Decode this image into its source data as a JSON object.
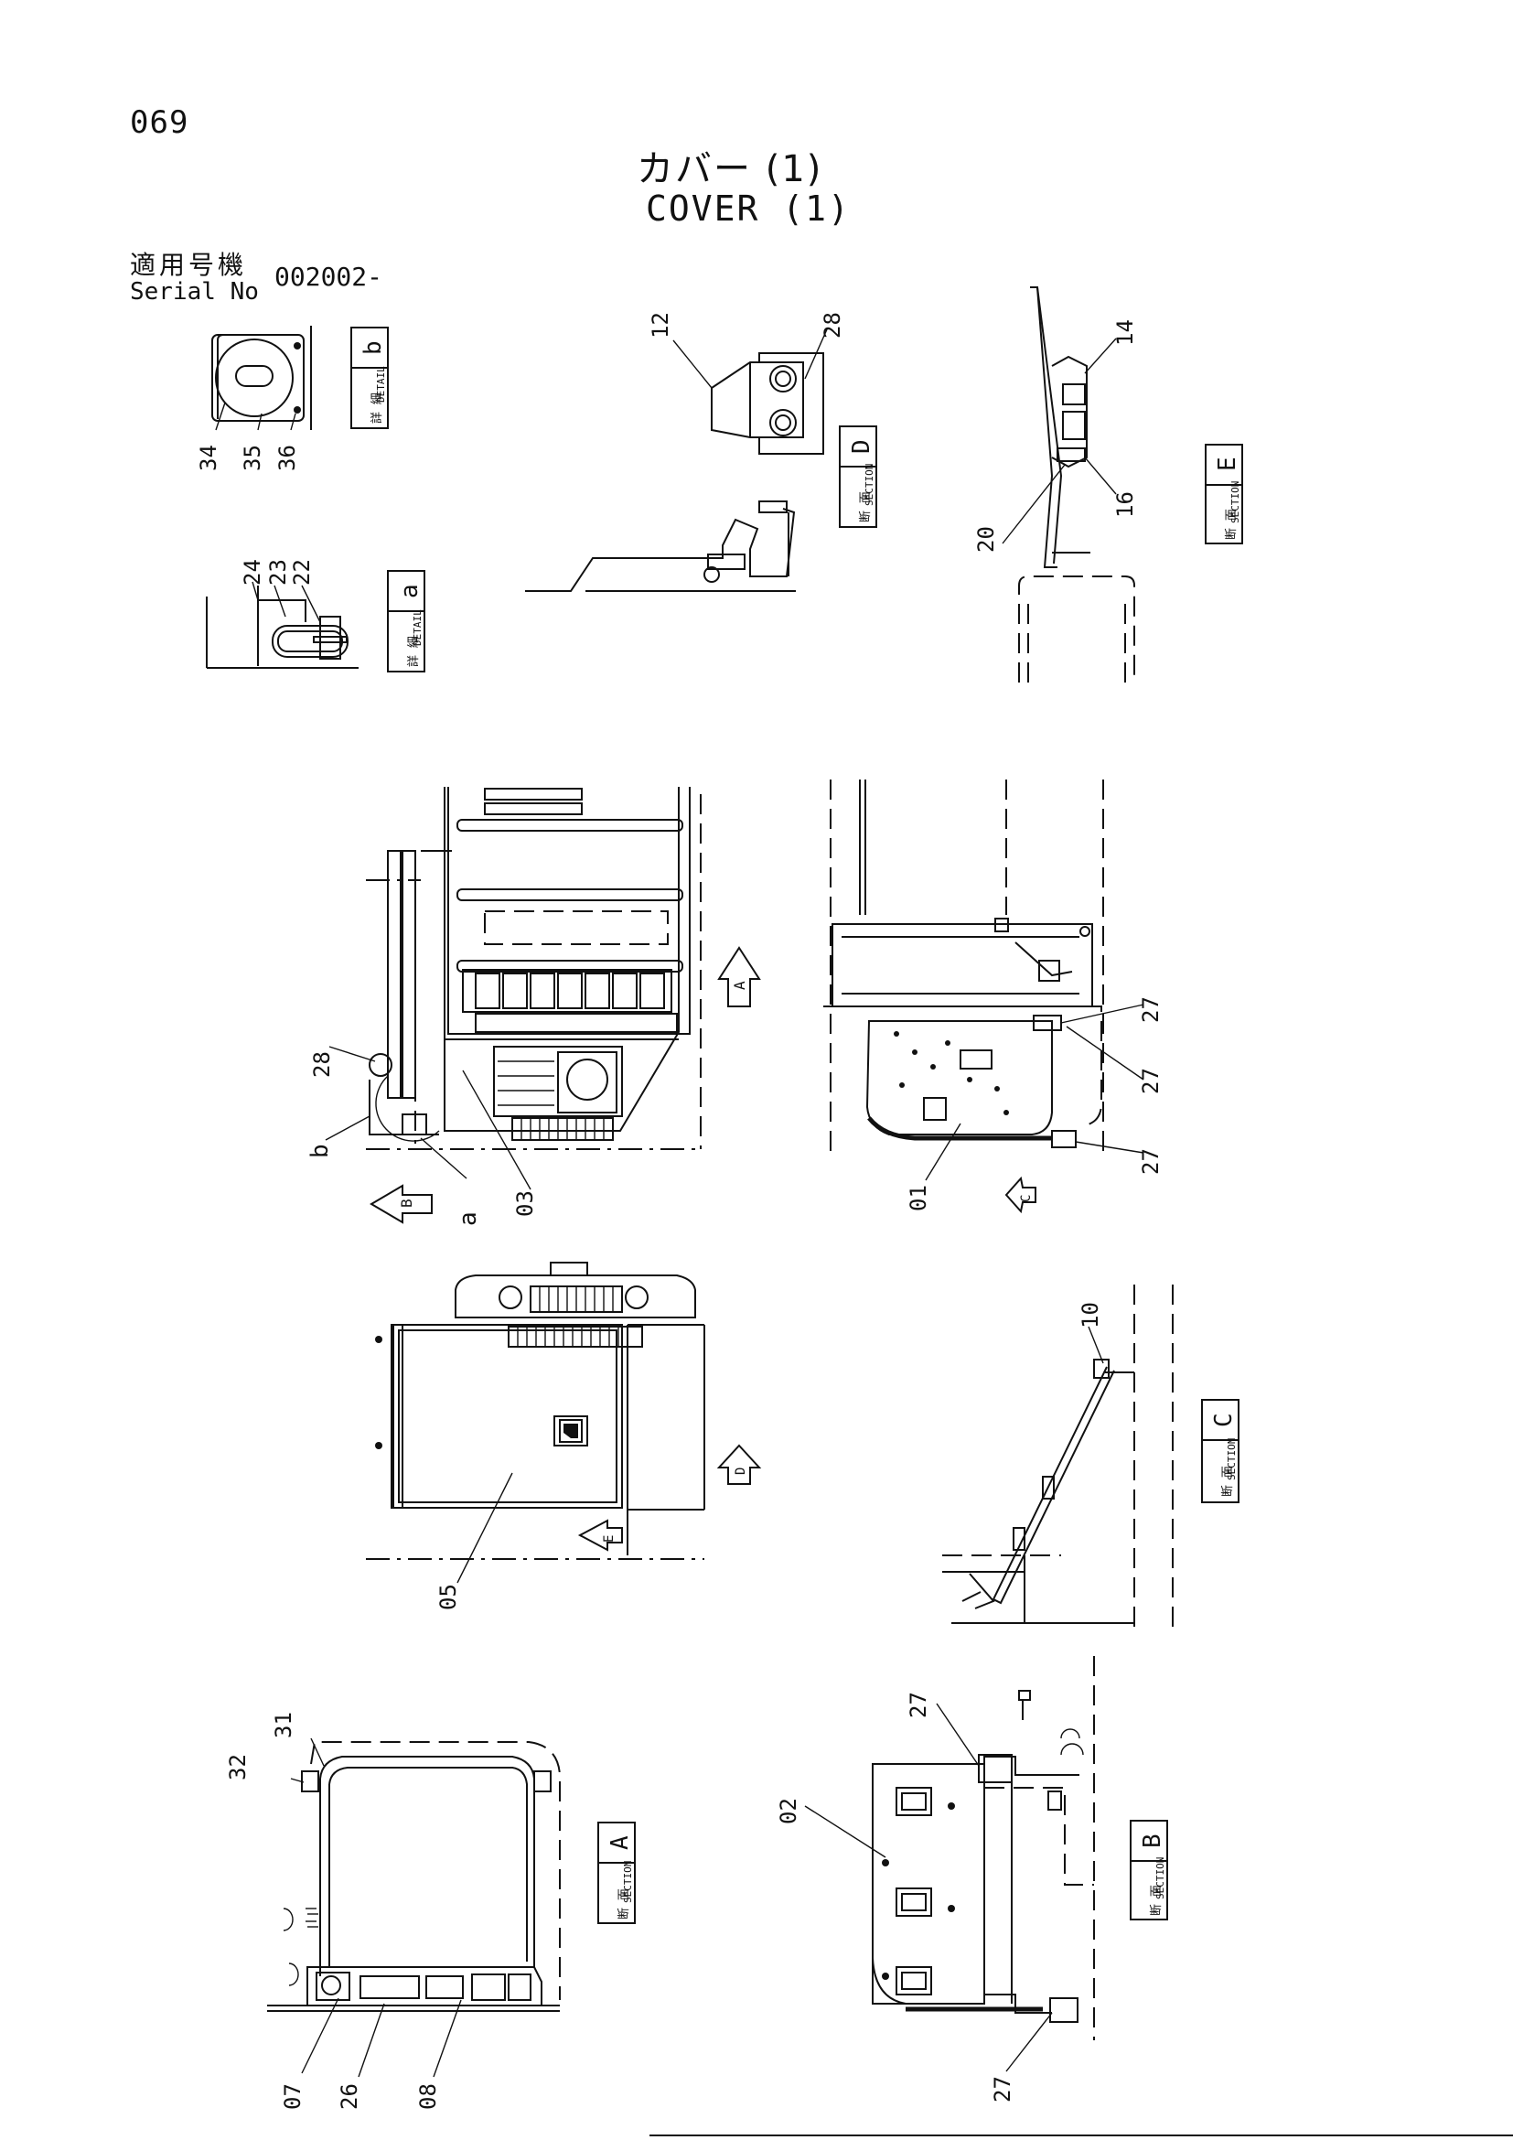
{
  "page": {
    "number": "069"
  },
  "title": {
    "jp": "カバー (1)",
    "en": "COVER (1)"
  },
  "serial": {
    "label_jp": "適用号機",
    "label_en": "Serial No",
    "value": "002002-"
  },
  "views": {
    "detail_b": {
      "kanji": "詳 細",
      "label": "DETAIL",
      "letter": "b"
    },
    "detail_a": {
      "kanji": "詳 細",
      "label": "DETAIL",
      "letter": "a"
    },
    "section_d": {
      "kanji": "断 面",
      "label": "SECTION",
      "letter": "D"
    },
    "section_e": {
      "kanji": "断 面",
      "label": "SECTION",
      "letter": "E"
    },
    "section_c": {
      "kanji": "断 面",
      "label": "SECTION",
      "letter": "C"
    },
    "section_a": {
      "kanji": "断 面",
      "label": "SECTION",
      "letter": "A"
    },
    "section_b": {
      "kanji": "断 面",
      "label": "SECTION",
      "letter": "B"
    }
  },
  "view_arrows": {
    "a": "A",
    "b": "B",
    "c": "C",
    "d": "D",
    "e": "E"
  },
  "refs": {
    "r34": "34",
    "r35": "35",
    "r36": "36",
    "r24": "24",
    "r23": "23",
    "r22": "22",
    "r12": "12",
    "r28_d": "28",
    "r14": "14",
    "r16": "16",
    "r20": "20",
    "r28": "28",
    "rb": "b",
    "ra": "a",
    "r03": "03",
    "r27_1": "27",
    "r27_2": "27",
    "r27_3": "27",
    "r01": "01",
    "r05": "05",
    "r10": "10",
    "r32": "32",
    "r31": "31",
    "r07": "07",
    "r26": "26",
    "r08": "08",
    "r27_4": "27",
    "r02": "02",
    "r27_5": "27"
  }
}
